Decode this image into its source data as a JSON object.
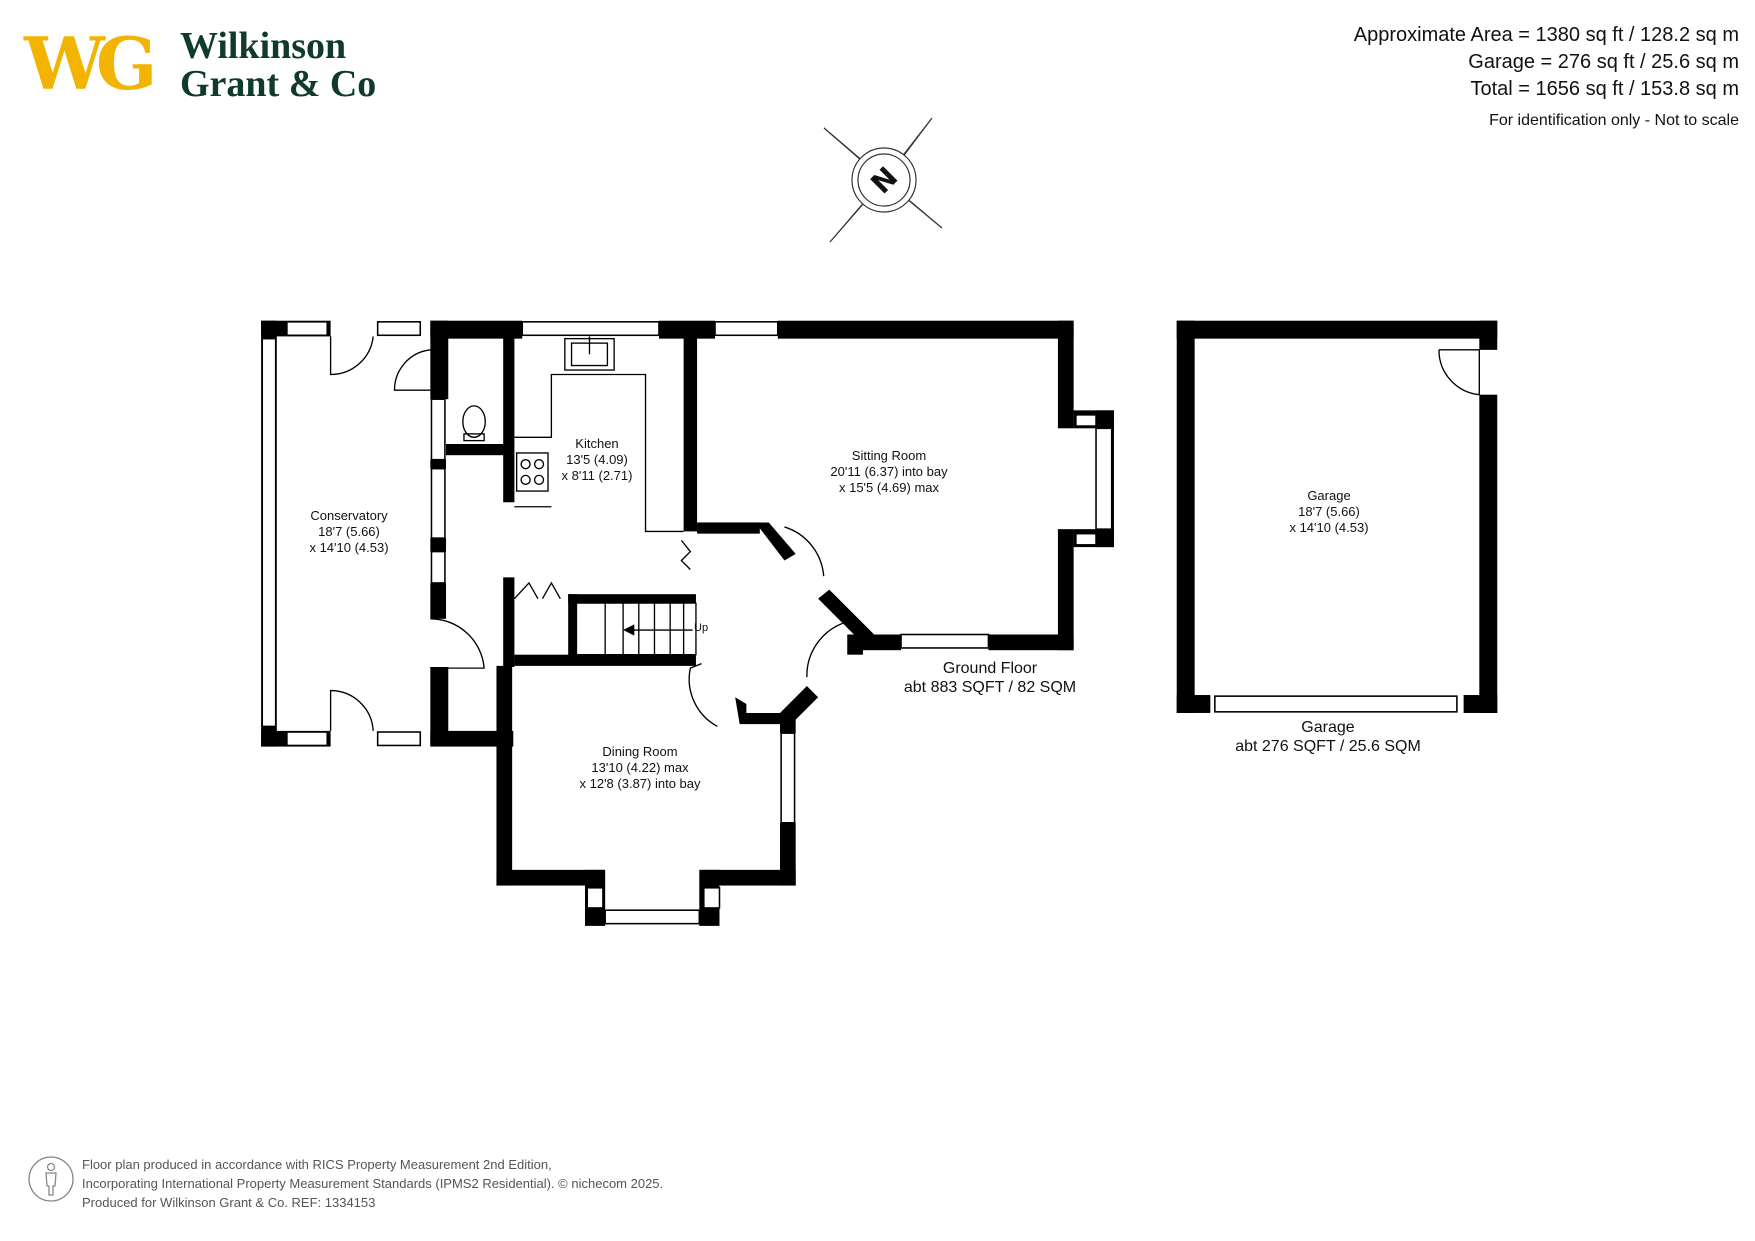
{
  "brand": {
    "monogram": "WG",
    "name_line1": "Wilkinson",
    "name_line2": "Grant & Co",
    "colors": {
      "monogram": "#f2b400",
      "name": "#0f3a2c"
    }
  },
  "areas": {
    "approximate": "Approximate Area = 1380 sq ft / 128.2 sq m",
    "garage": "Garage = 276 sq ft / 25.6 sq m",
    "total": "Total = 1656 sq ft / 153.8 sq m",
    "note": "For identification only - Not to scale"
  },
  "compass": {
    "label": "N",
    "icon": "compass-rose-icon"
  },
  "rooms": {
    "conservatory": {
      "name": "Conservatory",
      "dim1": "18'7 (5.66)",
      "dim2": "x 14'10 (4.53)"
    },
    "kitchen": {
      "name": "Kitchen",
      "dim1": "13'5 (4.09)",
      "dim2": "x 8'11 (2.71)"
    },
    "sitting_room": {
      "name": "Sitting Room",
      "dim1": "20'11 (6.37) into bay",
      "dim2": "x 15'5 (4.69) max"
    },
    "dining_room": {
      "name": "Dining Room",
      "dim1": "13'10 (4.22) max",
      "dim2": "x 12'8 (3.87) into bay"
    },
    "garage": {
      "name": "Garage",
      "dim1": "18'7 (5.66)",
      "dim2": "x 14'10 (4.53)"
    }
  },
  "stairs_label": "Up",
  "floors": {
    "ground": {
      "name": "Ground Floor",
      "area": "abt 883 SQFT / 82 SQM"
    },
    "garage": {
      "name": "Garage",
      "area": "abt 276 SQFT / 25.6 SQM"
    }
  },
  "footer": {
    "line1": "Floor plan produced in accordance with RICS Property Measurement 2nd Edition,",
    "line2": "Incorporating International Property Measurement Standards (IPMS2 Residential).  © nichecom  2025.",
    "line3": "Produced for Wilkinson Grant & Co.   REF:  1334153"
  }
}
